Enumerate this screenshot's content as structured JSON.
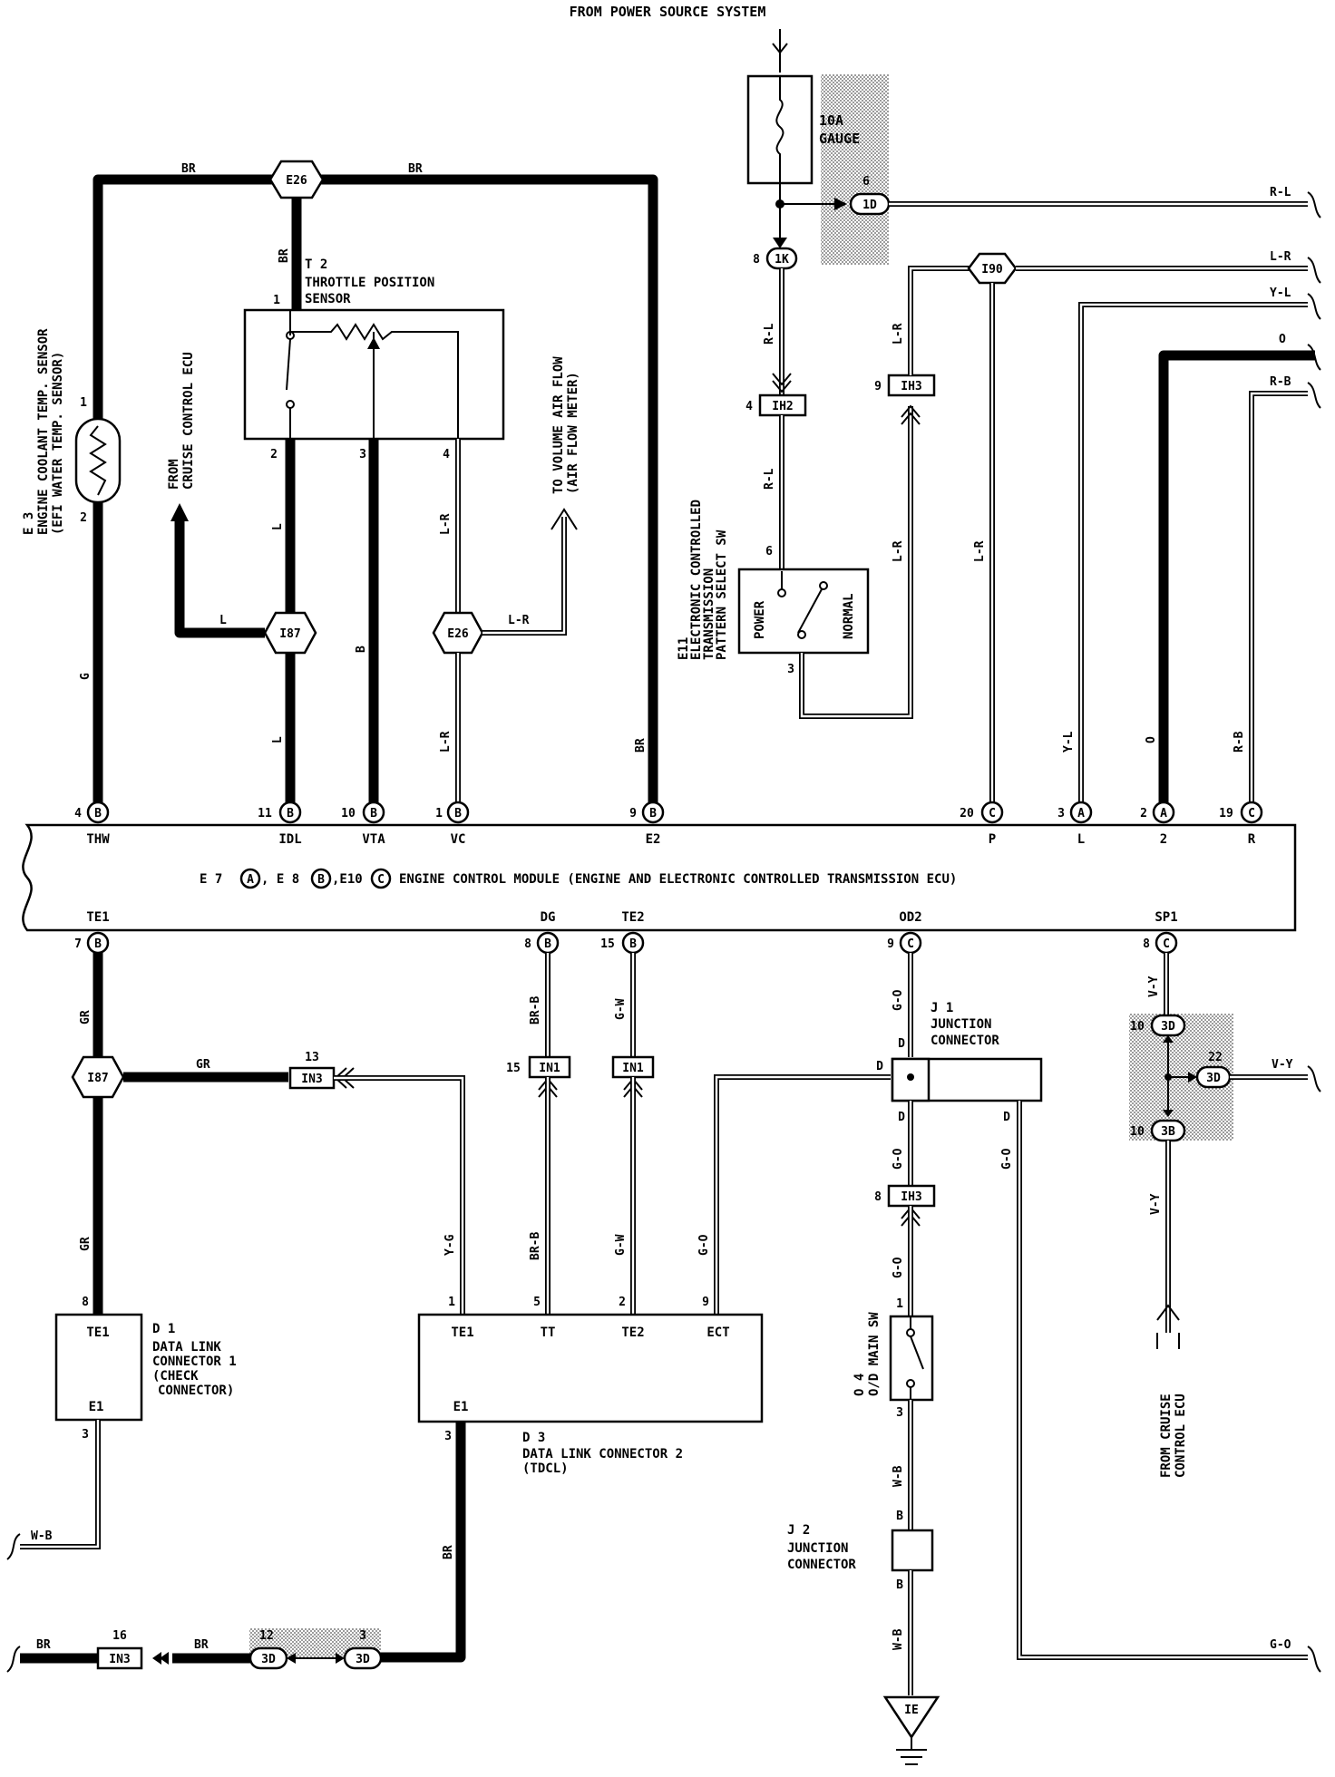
{
  "title_top": "FROM POWER SOURCE SYSTEM",
  "fuse": {
    "amp": "10A",
    "name": "GAUGE"
  },
  "ecm": {
    "label_prefix": "E 7",
    "label_mid1": ", E 8",
    "label_mid2": ",E10",
    "conn_a": "A",
    "conn_b": "B",
    "conn_c": "C",
    "label_suffix": "ENGINE CONTROL MODULE (ENGINE AND ELECTRONIC CONTROLLED TRANSMISSION ECU)",
    "top_terminals": [
      "THW",
      "IDL",
      "VTA",
      "VC",
      "E2",
      "P",
      "L",
      "2",
      "R"
    ],
    "bottom_terminals": [
      "TE1",
      "DG",
      "TE2",
      "OD2",
      "SP1"
    ]
  },
  "components": {
    "t2": {
      "id": "T 2",
      "name1": "THROTTLE POSITION",
      "name2": "SENSOR"
    },
    "e3": {
      "id": "E 3",
      "name1": "ENGINE COOLANT TEMP. SENSOR",
      "name2": "(EFI WATER TEMP. SENSOR)"
    },
    "e11": {
      "id": "E11",
      "name1": "ELECTRONIC CONTROLLED",
      "name2": "TRANSMISSION",
      "name3": "PATTERN SELECT SW",
      "pos1": "POWER",
      "pos2": "NORMAL"
    },
    "d1": {
      "id": "D 1",
      "name1": "DATA LINK",
      "name2": "CONNECTOR 1",
      "name3": "(CHECK",
      "name4": "CONNECTOR)",
      "t1": "TE1",
      "t2": "E1"
    },
    "d3": {
      "id": "D 3",
      "name1": "DATA LINK CONNECTOR 2",
      "name2": "(TDCL)",
      "t1": "TE1",
      "t2": "TT",
      "t3": "TE2",
      "t4": "ECT",
      "t5": "E1"
    },
    "j1": {
      "id": "J 1",
      "name1": "JUNCTION",
      "name2": "CONNECTOR"
    },
    "j2": {
      "id": "J 2",
      "name1": "JUNCTION",
      "name2": "CONNECTOR"
    },
    "o4": {
      "id": "O 4",
      "name1": "O/D MAIN SW"
    }
  },
  "notes": {
    "from_cruise_left": [
      "FROM",
      "CRUISE CONTROL ECU"
    ],
    "to_afm": [
      "TO VOLUME AIR FLOW",
      "(AIR FLOW METER)"
    ],
    "from_cruise_right": [
      "FROM CRUISE",
      "CONTROL ECU"
    ]
  },
  "connectors": {
    "e26": "E26",
    "i87": "I87",
    "i90": "I90",
    "c1d": "1D",
    "c1k": "1K",
    "ih2": "IH2",
    "ih3": "IH3",
    "in3": "IN3",
    "in1": "IN1",
    "c3d": "3D",
    "c3b": "3B",
    "ie": "IE"
  },
  "wire_colors": {
    "BR": "BR",
    "G": "G",
    "L": "L",
    "B": "B",
    "LR": "L-R",
    "RL": "R-L",
    "YL": "Y-L",
    "O": "O",
    "RB": "R-B",
    "GR": "GR",
    "YG": "Y-G",
    "BRB": "BR-B",
    "GW": "G-W",
    "GO": "G-O",
    "VY": "V-Y",
    "WB": "W-B",
    "D": "D"
  },
  "pins": {
    "p1": "1",
    "p2": "2",
    "p3": "3",
    "p4": "4",
    "p5": "5",
    "p6": "6",
    "p7": "7",
    "p8": "8",
    "p9": "9",
    "p10": "10",
    "p11": "11",
    "p12": "12",
    "p13": "13",
    "p15": "15",
    "p16": "16",
    "p19": "19",
    "p20": "20",
    "p22": "22"
  }
}
